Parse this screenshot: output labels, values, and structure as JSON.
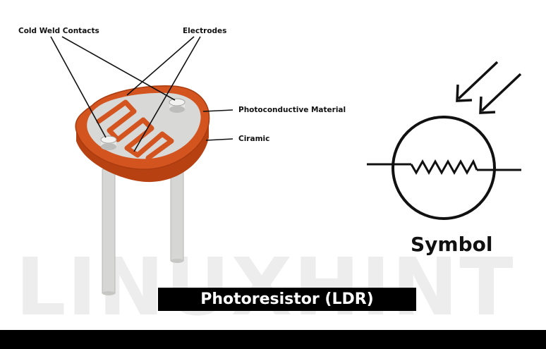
{
  "watermark": "LINUXHINT",
  "labels": {
    "cold_weld": "Cold Weld Contacts",
    "electrodes": "Electrodes",
    "photoconductive": "Photoconductive Material",
    "ceramic": "Ciramic"
  },
  "symbol_caption": "Symbol",
  "title": "Photoresistor (LDR)",
  "colors": {
    "ceramic_body": "#d4541f",
    "ceramic_side": "#b84112",
    "surface": "#d8d8d6",
    "leads": "#d6d6d4",
    "title_bg": "#000000",
    "title_text": "#ffffff",
    "watermark": "#ededed"
  }
}
